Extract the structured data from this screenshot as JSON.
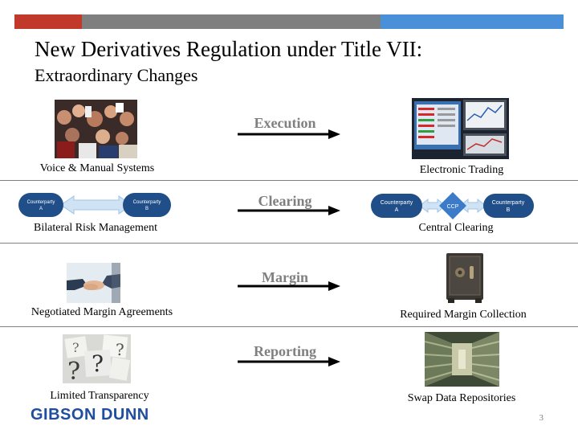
{
  "slide": {
    "title_line1": "New Derivatives Regulation under Title VII:",
    "title_line2": "Extraordinary Changes",
    "page_number": "3",
    "logo_text": "GIBSON DUNN"
  },
  "colors": {
    "red": "#c0392b",
    "gray": "#7f7f7f",
    "blue": "#4a90d9",
    "logo": "#1f4e9c",
    "pill": "#1f4e89"
  },
  "rows": [
    {
      "step": "Execution",
      "before": "Voice & Manual Systems",
      "after": "Electronic Trading"
    },
    {
      "step": "Clearing",
      "before": "Bilateral Risk Management",
      "after": "Central Clearing"
    },
    {
      "step": "Margin",
      "before": "Negotiated Margin Agreements",
      "after": "Required Margin Collection"
    },
    {
      "step": "Reporting",
      "before": "Limited Transparency",
      "after": "Swap Data Repositories"
    }
  ],
  "diagram": {
    "bilateral": {
      "a": [
        "Counterparty",
        "A"
      ],
      "b": [
        "Counterparty",
        "B"
      ]
    },
    "central": {
      "a": [
        "Counterparty",
        "A"
      ],
      "ccp": "CCP",
      "b": [
        "Counterparty",
        "B"
      ]
    }
  }
}
